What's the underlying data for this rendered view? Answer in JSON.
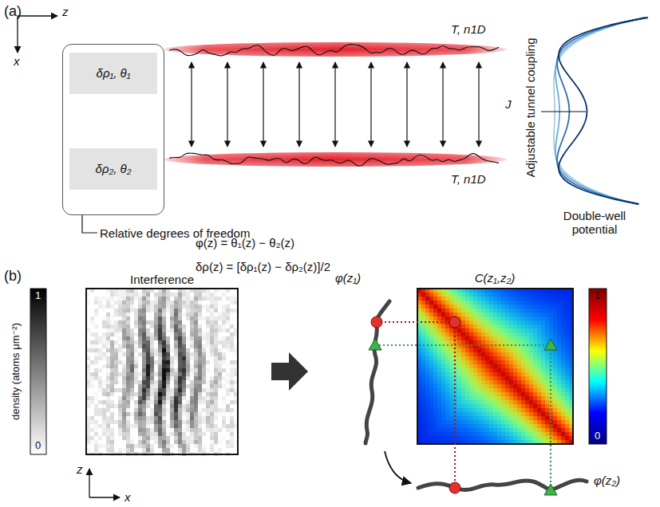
{
  "diagram": {
    "nodes": [
      {
        "text": [
          "Relative degrees of freedom"
        ]
      },
      {
        "text": [
          "δρ₁, θ₁"
        ],
        "in": 0
      },
      {
        "text": [
          "δρ₂, θ₂"
        ],
        "in": 0
      }
    ],
    "labels": [
      "(a)",
      "z",
      "x",
      "T, n1D",
      "T, n1D",
      "J",
      "Adjustable tunnel coupling",
      "Double-well potential",
      "φ(z) = θ₁(z) − θ₂(z)",
      "δρ(z) = [δρ₁(z) − δρ₂(z)]/2",
      "(b)",
      "Interference",
      "density (atoms μm⁻²)",
      "1",
      "0",
      "z",
      "x",
      "φ(z₁)",
      "C(z₁,z₂)",
      "1",
      "0",
      "φ(z₂)"
    ]
  }
}
